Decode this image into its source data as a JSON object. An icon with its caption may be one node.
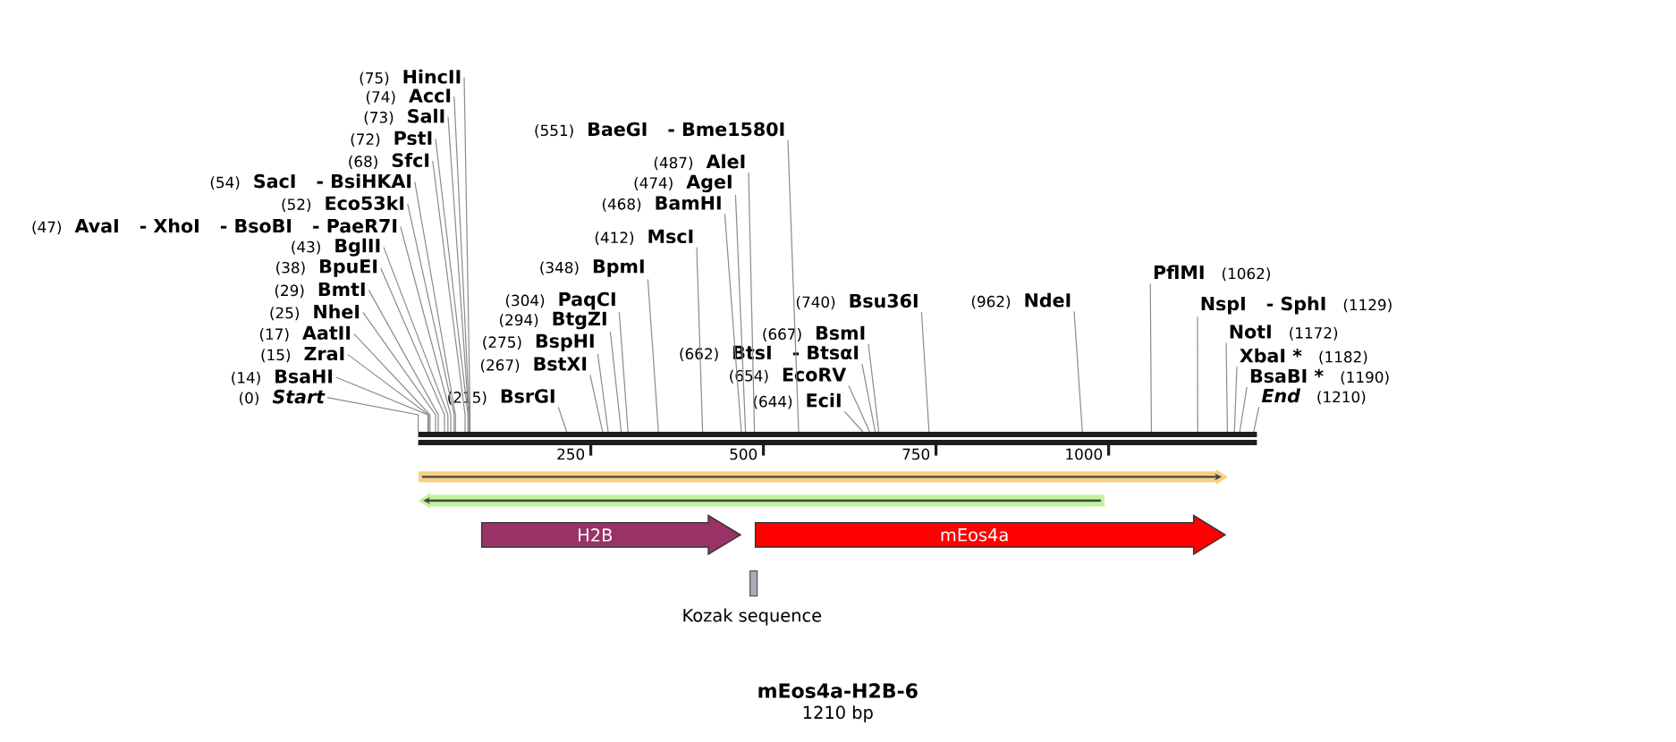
{
  "diagram": {
    "title": "mEos4a-H2B-6",
    "caption": "1210 bp",
    "nodes": [
      {
        "text": [
          "(0)",
          "Start"
        ]
      },
      {
        "text": [
          "(14)",
          "BsaHI"
        ]
      },
      {
        "text": [
          "(15)",
          "ZraI"
        ]
      },
      {
        "text": [
          "(17)",
          "AatII"
        ]
      },
      {
        "text": [
          "(25)",
          "NheI"
        ]
      },
      {
        "text": [
          "(29)",
          "BmtI"
        ]
      },
      {
        "text": [
          "(38)",
          "BpuEI"
        ]
      },
      {
        "text": [
          "(43)",
          "BglII"
        ]
      },
      {
        "text": [
          "(47)",
          "AvaI",
          "- XhoI",
          "- BsoBI",
          "- PaeR7I"
        ]
      },
      {
        "text": [
          "(52)",
          "Eco53kI"
        ]
      },
      {
        "text": [
          "(54)",
          "SacI",
          "- BsiHKAI"
        ]
      },
      {
        "text": [
          "(68)",
          "SfcI"
        ]
      },
      {
        "text": [
          "(72)",
          "PstI"
        ]
      },
      {
        "text": [
          "(73)",
          "SalI"
        ]
      },
      {
        "text": [
          "(74)",
          "AccI"
        ]
      },
      {
        "text": [
          "(75)",
          "HincII"
        ]
      },
      {
        "text": [
          "(215)",
          "BsrGI"
        ]
      },
      {
        "text": [
          "(267)",
          "BstXI"
        ]
      },
      {
        "text": [
          "(275)",
          "BspHI"
        ]
      },
      {
        "text": [
          "(294)",
          "BtgZI"
        ]
      },
      {
        "text": [
          "(304)",
          "PaqCI"
        ]
      },
      {
        "text": [
          "(348)",
          "BpmI"
        ]
      },
      {
        "text": [
          "(412)",
          "MscI"
        ]
      },
      {
        "text": [
          "(468)",
          "BamHI"
        ]
      },
      {
        "text": [
          "(474)",
          "AgeI"
        ]
      },
      {
        "text": [
          "(487)",
          "AleI"
        ]
      },
      {
        "text": [
          "(551)",
          "BaeGI",
          "- Bme1580I"
        ]
      },
      {
        "text": [
          "(644)",
          "EciI"
        ]
      },
      {
        "text": [
          "(654)",
          "EcoRV"
        ]
      },
      {
        "text": [
          "(662)",
          "BtsI",
          "- BtsαI"
        ]
      },
      {
        "text": [
          "(667)",
          "BsmI"
        ]
      },
      {
        "text": [
          "(740)",
          "Bsu36I"
        ]
      },
      {
        "text": [
          "(962)",
          "NdeI"
        ]
      },
      {
        "text": [
          "PflMI",
          "(1062)"
        ]
      },
      {
        "text": [
          "NspI",
          "- SphI",
          "(1129)"
        ]
      },
      {
        "text": [
          "NotI",
          "(1172)"
        ]
      },
      {
        "text": [
          "XbaI *",
          "(1182)"
        ]
      },
      {
        "text": [
          "BsaBI *",
          "(1190)"
        ]
      },
      {
        "text": [
          "End",
          "(1210)"
        ]
      },
      {
        "text": [],
        "shape": "bar"
      },
      {
        "text": [
          "H2B"
        ]
      },
      {
        "text": [
          "mEos4a"
        ]
      },
      {
        "text": [
          "Kozak sequence"
        ]
      }
    ],
    "edges": [
      {
        "from": 0,
        "to": 39,
        "arrow": "none"
      },
      {
        "from": 1,
        "to": 39,
        "arrow": "none"
      },
      {
        "from": 2,
        "to": 39,
        "arrow": "none"
      },
      {
        "from": 3,
        "to": 39,
        "arrow": "none"
      },
      {
        "from": 4,
        "to": 39,
        "arrow": "none"
      },
      {
        "from": 5,
        "to": 39,
        "arrow": "none"
      },
      {
        "from": 6,
        "to": 39,
        "arrow": "none"
      },
      {
        "from": 7,
        "to": 39,
        "arrow": "none"
      },
      {
        "from": 8,
        "to": 39,
        "arrow": "none"
      },
      {
        "from": 9,
        "to": 39,
        "arrow": "none"
      },
      {
        "from": 10,
        "to": 39,
        "arrow": "none"
      },
      {
        "from": 11,
        "to": 39,
        "arrow": "none"
      },
      {
        "from": 12,
        "to": 39,
        "arrow": "none"
      },
      {
        "from": 13,
        "to": 39,
        "arrow": "none"
      },
      {
        "from": 14,
        "to": 39,
        "arrow": "none"
      },
      {
        "from": 15,
        "to": 39,
        "arrow": "none"
      },
      {
        "from": 16,
        "to": 39,
        "arrow": "none"
      },
      {
        "from": 17,
        "to": 39,
        "arrow": "none"
      },
      {
        "from": 18,
        "to": 39,
        "arrow": "none"
      },
      {
        "from": 19,
        "to": 39,
        "arrow": "none"
      },
      {
        "from": 20,
        "to": 39,
        "arrow": "none"
      },
      {
        "from": 21,
        "to": 39,
        "arrow": "none"
      },
      {
        "from": 22,
        "to": 39,
        "arrow": "none"
      },
      {
        "from": 23,
        "to": 39,
        "arrow": "none"
      },
      {
        "from": 24,
        "to": 39,
        "arrow": "none"
      },
      {
        "from": 25,
        "to": 39,
        "arrow": "none"
      },
      {
        "from": 26,
        "to": 39,
        "arrow": "none"
      },
      {
        "from": 27,
        "to": 39,
        "arrow": "none"
      },
      {
        "from": 28,
        "to": 39,
        "arrow": "none"
      },
      {
        "from": 29,
        "to": 39,
        "arrow": "none"
      },
      {
        "from": 30,
        "to": 39,
        "arrow": "none"
      },
      {
        "from": 31,
        "to": 39,
        "arrow": "none"
      },
      {
        "from": 32,
        "to": 39,
        "arrow": "none"
      },
      {
        "from": 33,
        "to": 39,
        "arrow": "none"
      },
      {
        "from": 34,
        "to": 39,
        "arrow": "none"
      },
      {
        "from": 35,
        "to": 39,
        "arrow": "none"
      },
      {
        "from": 36,
        "to": 39,
        "arrow": "none"
      },
      {
        "from": 37,
        "to": 39,
        "arrow": "none"
      },
      {
        "from": 38,
        "to": 39,
        "arrow": "none"
      }
    ],
    "labels": [
      "250",
      "500",
      "750",
      "1000"
    ]
  }
}
